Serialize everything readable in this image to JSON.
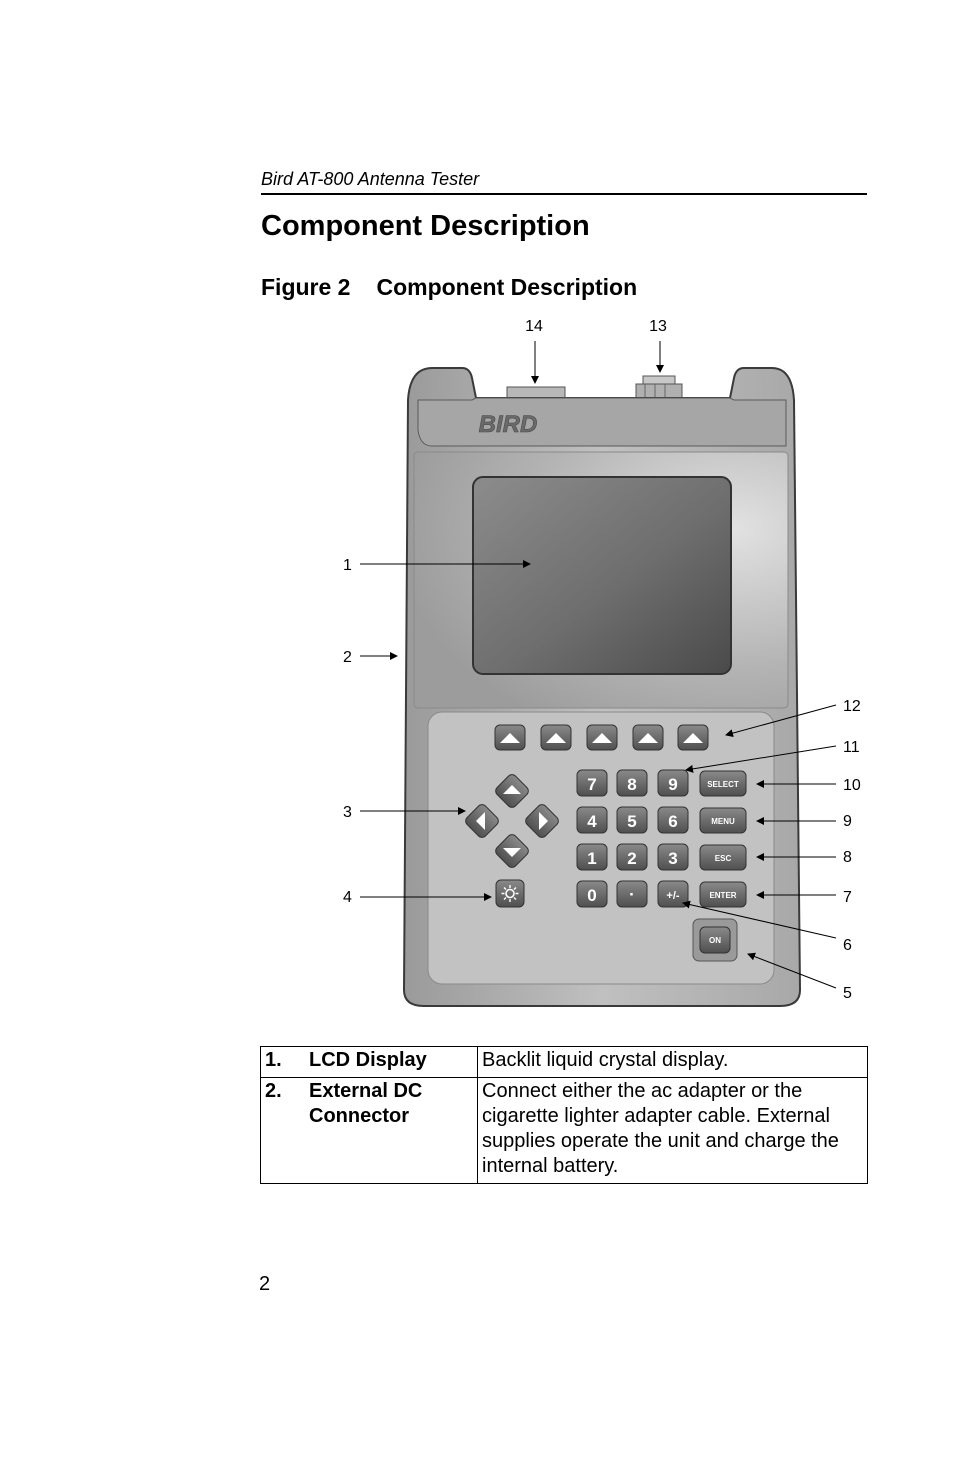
{
  "header": {
    "running_title": "Bird AT-800 Antenna Tester"
  },
  "section": {
    "title": "Component Description"
  },
  "figure": {
    "label": "Figure 2",
    "title": "Component Description",
    "device_brand": "BIRD",
    "callouts": [
      "1",
      "2",
      "3",
      "4",
      "5",
      "6",
      "7",
      "8",
      "9",
      "10",
      "11",
      "12",
      "13",
      "14"
    ],
    "keys": {
      "digits": [
        "7",
        "8",
        "9",
        "4",
        "5",
        "6",
        "1",
        "2",
        "3",
        "0",
        "·",
        "+/-"
      ],
      "select": "SELECT",
      "menu": "MENU",
      "esc": "ESC",
      "enter": "ENTER",
      "on": "ON"
    }
  },
  "table": {
    "rows": [
      {
        "number": "1.",
        "name": "LCD Display",
        "description": "Backlit liquid crystal display."
      },
      {
        "number": "2.",
        "name": "External DC Connector",
        "description": "Connect either the ac adapter or the cigarette lighter adapter cable. External supplies operate the unit and charge the internal battery."
      }
    ]
  },
  "footer": {
    "page_number": "2"
  }
}
